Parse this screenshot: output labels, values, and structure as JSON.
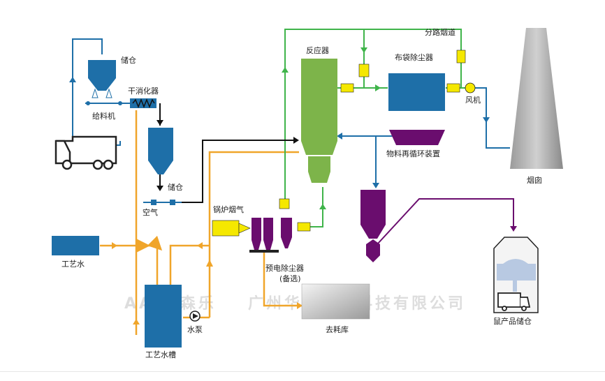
{
  "labels": {
    "storage_top": "储仓",
    "feeder": "给料机",
    "dry_digester": "干消化器",
    "storage_mid": "储仓",
    "air": "空气",
    "process_water": "工艺水",
    "process_water_tank": "工艺水槽",
    "water_pump": "水泵",
    "boiler_flue_gas": "锅炉烟气",
    "pre_esp_line1": "预电除尘器",
    "pre_esp_line2": "(备选)",
    "to_ash_storage": "去耗库",
    "reactor": "反应器",
    "bypass_flue": "分路烟道",
    "bag_filter": "布袋除尘器",
    "fan": "风机",
    "recirculation": "物料再循环装置",
    "chimney": "烟囱",
    "byproduct_storage": "鼠产品储仓"
  },
  "watermark": {
    "logo": "AA 华森乐",
    "company": "广州华乐智能科技有限公司"
  },
  "colors": {
    "blue_equipment": "#1e6fa8",
    "green_gas": "#3fb44a",
    "orange_water": "#f0a52a",
    "purple_product": "#6a0d6e",
    "yellow_damper": "#f5e800",
    "black_line": "#111111",
    "reactor_green": "#7db44a"
  }
}
